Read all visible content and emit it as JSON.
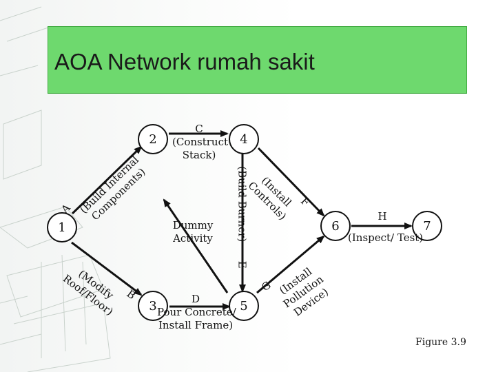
{
  "slide": {
    "title": "AOA Network rumah sakit",
    "figure_caption": "Figure 3.9"
  },
  "nodes": [
    "1",
    "2",
    "3",
    "4",
    "5",
    "6",
    "7"
  ],
  "activities": {
    "A": {
      "letter": "A",
      "line1": "(Build Internal",
      "line2": "Components)"
    },
    "B": {
      "letter": "B",
      "line1": "(Modify",
      "line2": "Roof/Floor)"
    },
    "C": {
      "letter": "C",
      "line1": "(Construct",
      "line2": "Stack)"
    },
    "D": {
      "letter": "D",
      "line1": "Pour Concrete/",
      "line2": "Install Frame)"
    },
    "E": {
      "letter": "E",
      "line1": "(Build Burner)"
    },
    "F": {
      "letter": "F",
      "line1": "(Install",
      "line2": "Controls)"
    },
    "G": {
      "letter": "G",
      "line1": "(Install",
      "line2": "Pollution",
      "line3": "Device)"
    },
    "H": {
      "letter": "H",
      "line1": "(Inspect/ Test)"
    },
    "dummy": {
      "line1": "Dummy",
      "line2": "Activity"
    }
  }
}
